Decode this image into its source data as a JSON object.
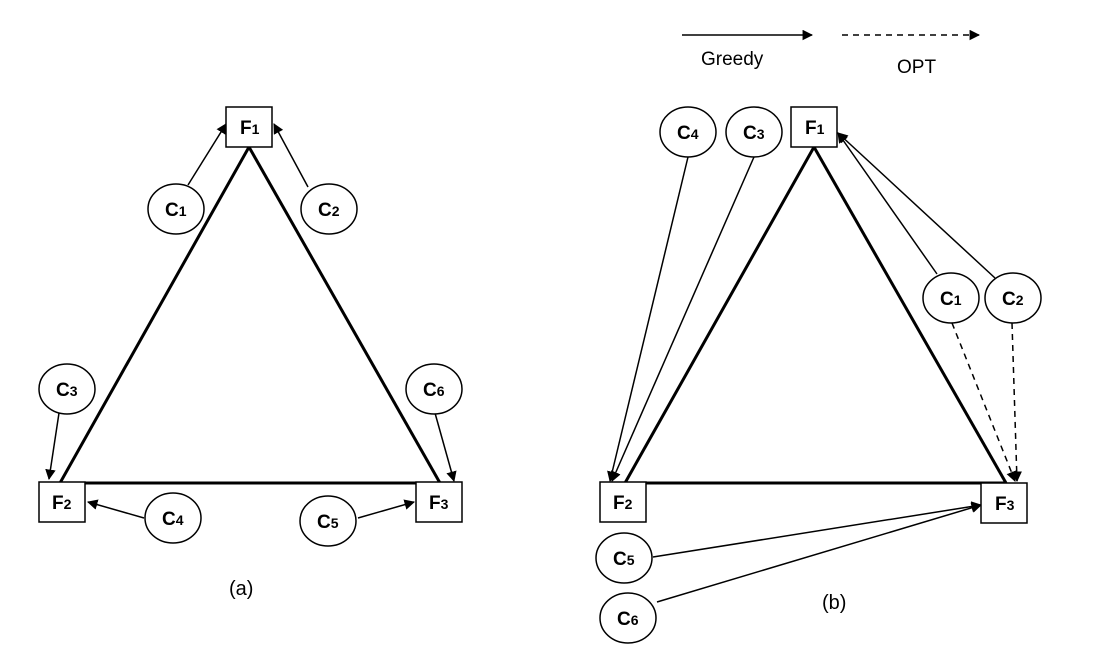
{
  "panel_a": {
    "caption": "(a)",
    "facilities": {
      "F1": {
        "letter": "F",
        "sub": "1"
      },
      "F2": {
        "letter": "F",
        "sub": "2"
      },
      "F3": {
        "letter": "F",
        "sub": "3"
      }
    },
    "clients": {
      "C1": {
        "letter": "C",
        "sub": "1"
      },
      "C2": {
        "letter": "C",
        "sub": "2"
      },
      "C3": {
        "letter": "C",
        "sub": "3"
      },
      "C4": {
        "letter": "C",
        "sub": "4"
      },
      "C5": {
        "letter": "C",
        "sub": "5"
      },
      "C6": {
        "letter": "C",
        "sub": "6"
      }
    }
  },
  "panel_b": {
    "caption": "(b)",
    "legend": {
      "greedy_label": "Greedy",
      "opt_label": "OPT"
    },
    "facilities": {
      "F1": {
        "letter": "F",
        "sub": "1"
      },
      "F2": {
        "letter": "F",
        "sub": "2"
      },
      "F3": {
        "letter": "F",
        "sub": "3"
      }
    },
    "clients": {
      "C1": {
        "letter": "C",
        "sub": "1"
      },
      "C2": {
        "letter": "C",
        "sub": "2"
      },
      "C3": {
        "letter": "C",
        "sub": "3"
      },
      "C4": {
        "letter": "C",
        "sub": "4"
      },
      "C5": {
        "letter": "C",
        "sub": "5"
      },
      "C6": {
        "letter": "C",
        "sub": "6"
      }
    }
  }
}
